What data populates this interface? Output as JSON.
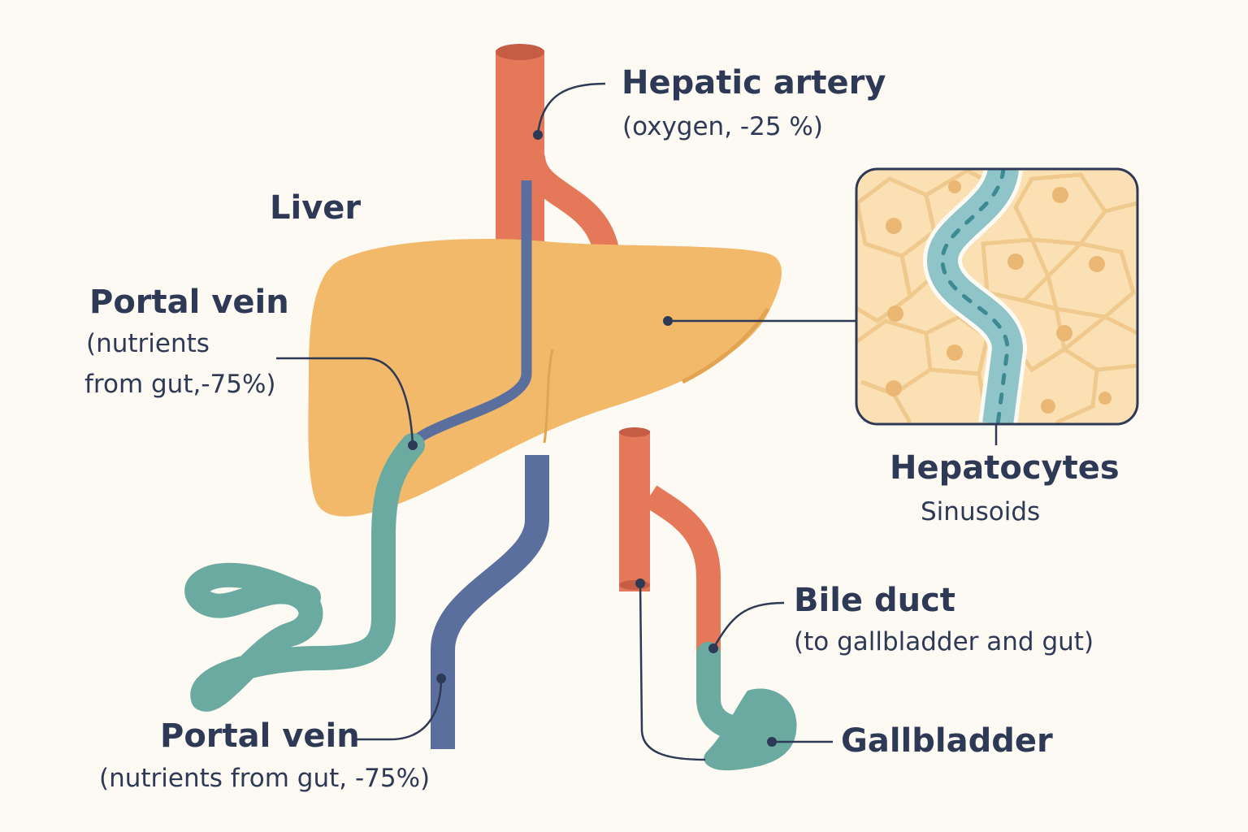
{
  "labels": {
    "liver": "Liver",
    "hepatic_artery": {
      "title": "Hepatic artery",
      "detail": "(oxygen, -25 %)"
    },
    "portal_vein_upper": {
      "title": "Portal vein",
      "detail_line1": "(nutrients",
      "detail_line2": "from gut,-75%)"
    },
    "portal_vein_lower": {
      "title": "Portal vein",
      "detail": "(nutrients from gut, -75%)"
    },
    "hepatocytes": {
      "title": "Hepatocytes",
      "detail": "Sinusoids"
    },
    "bile_duct": {
      "title": "Bile duct",
      "detail": "(to gallbladder and gut)"
    },
    "gallbladder": {
      "title": "Gallbladder"
    }
  },
  "colors": {
    "background": "#fdf9f3",
    "liver": "#f2b96a",
    "artery": "#e57859",
    "portal_vein": "#5b6f9e",
    "bile_duct": "#6aaaa1",
    "cell_fill": "#fbe0b4",
    "cell_border": "#f0c98e",
    "sinusoid": "#8fc5c9",
    "text": "#2e3a55"
  }
}
